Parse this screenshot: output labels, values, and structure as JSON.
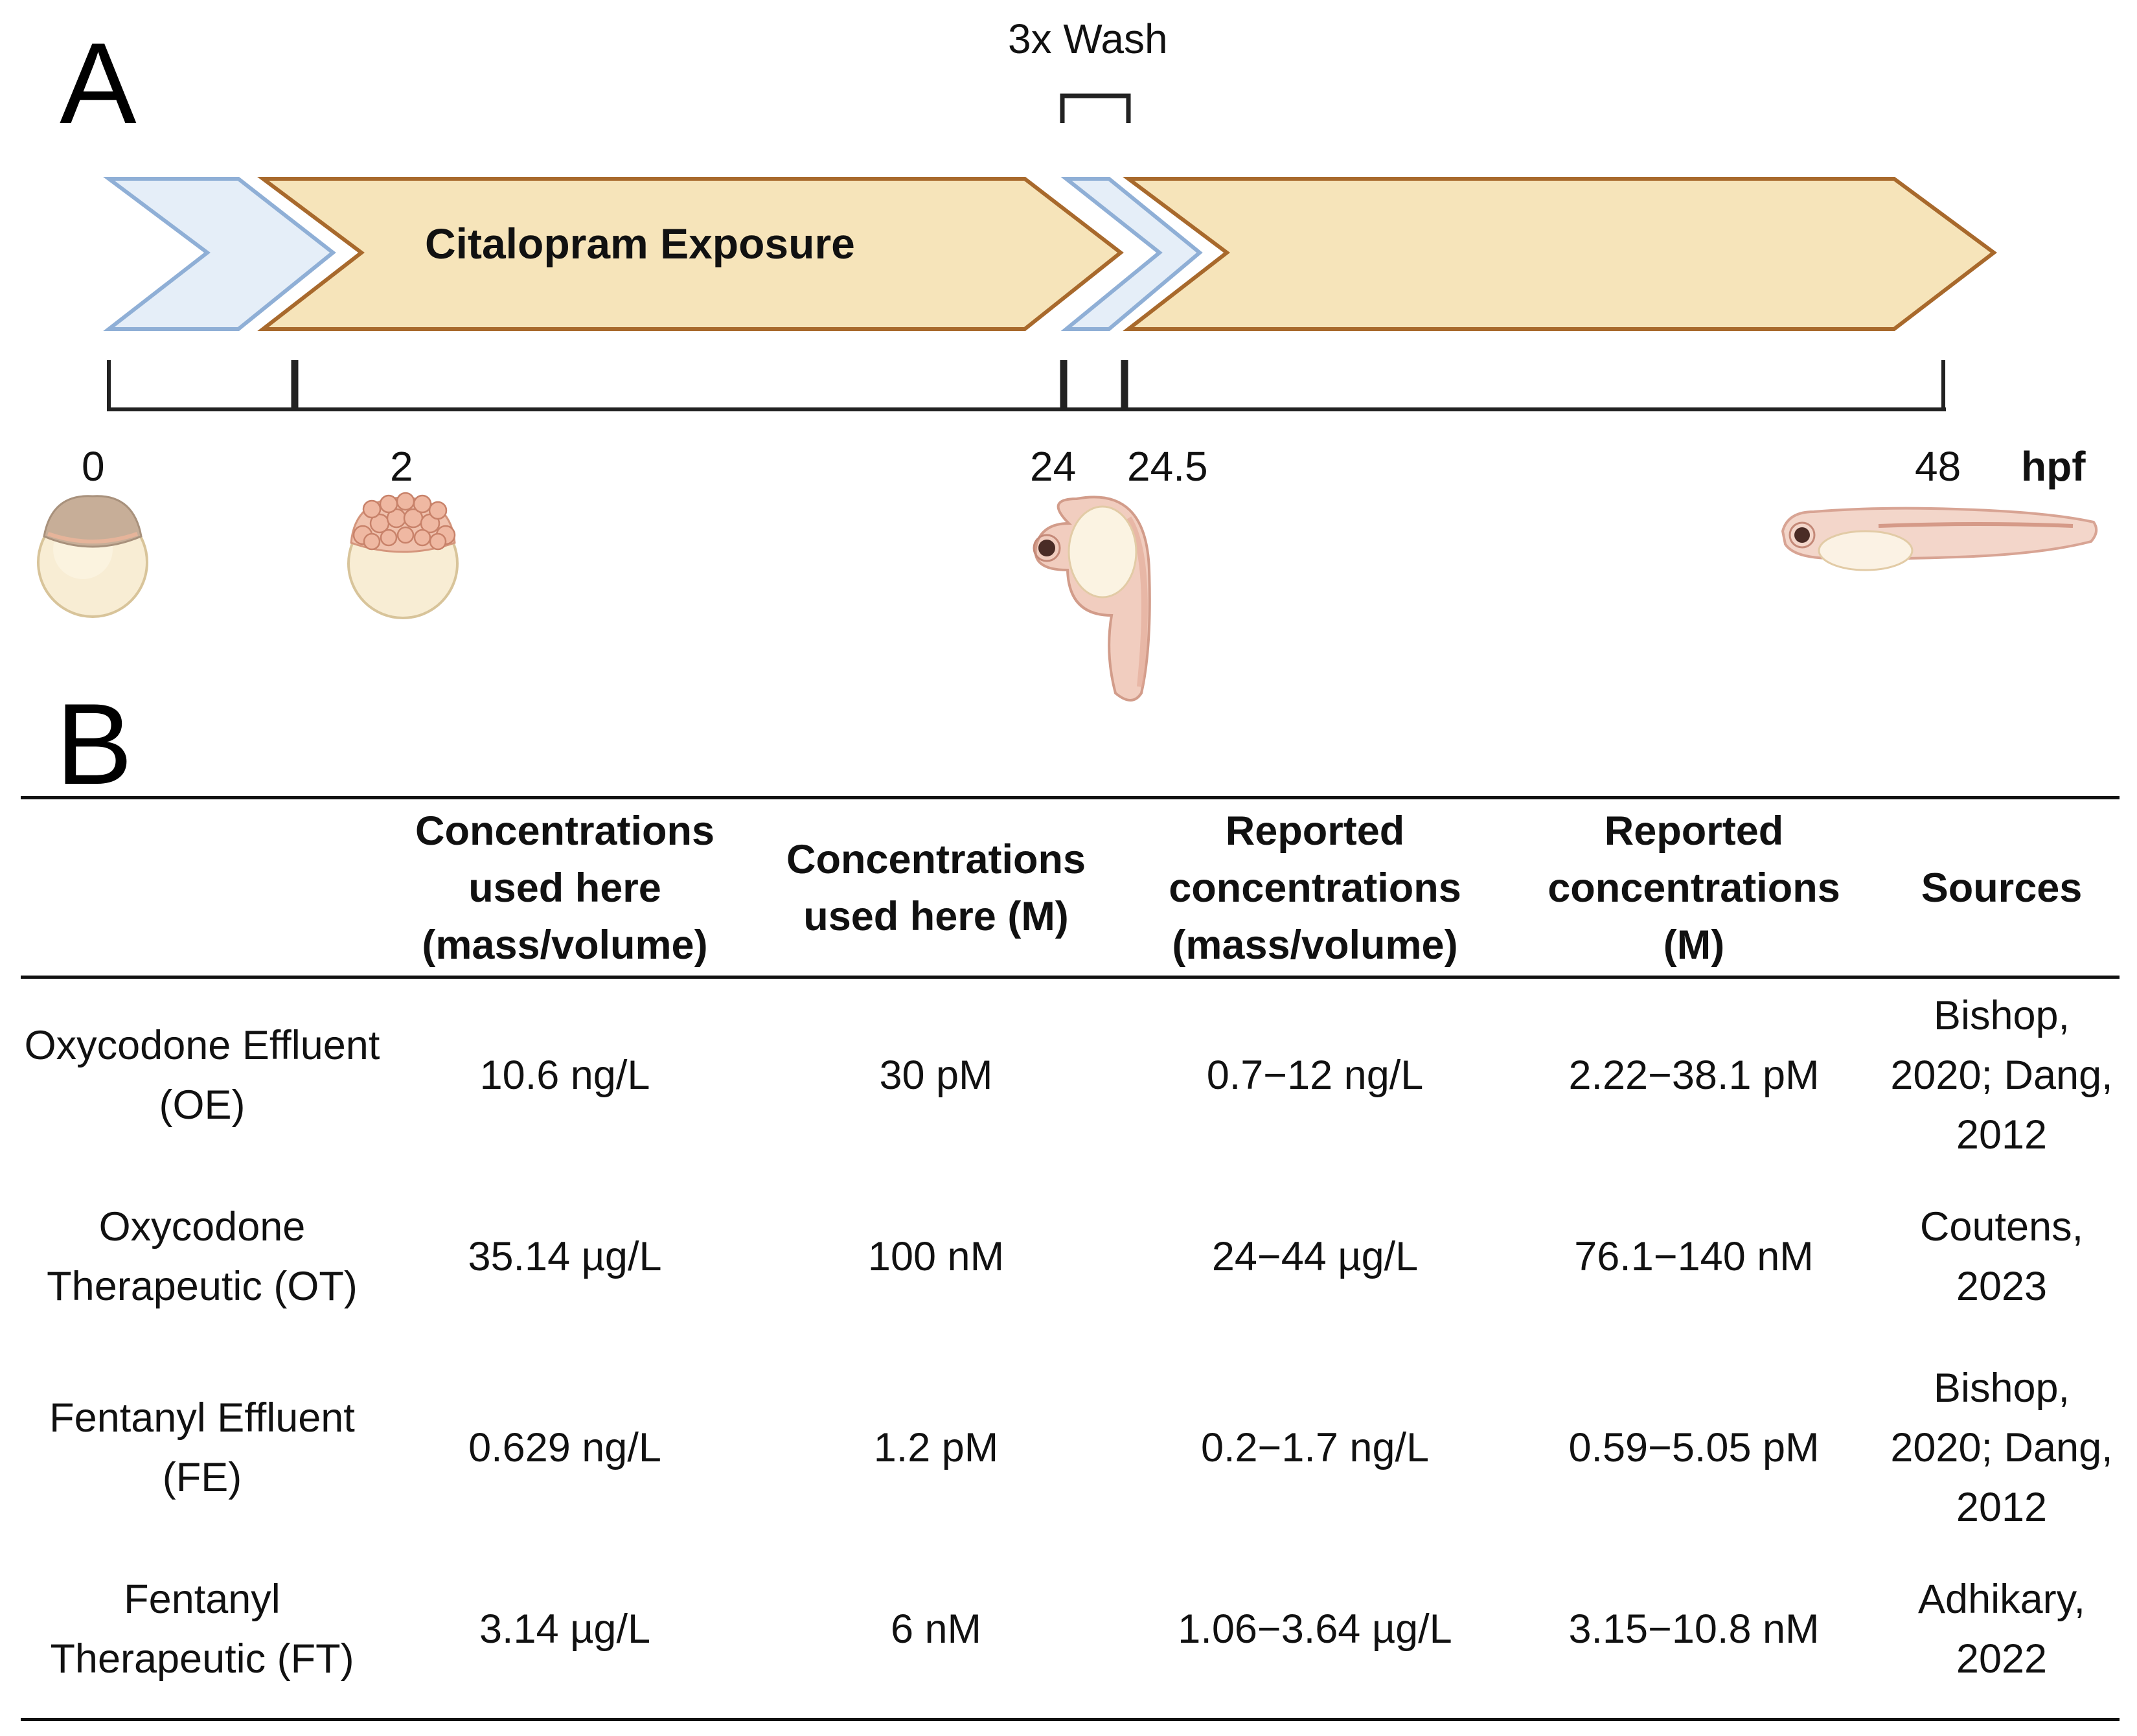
{
  "panels": {
    "a": "A",
    "b": "B"
  },
  "timeline": {
    "wash_label": "3x Wash",
    "exposure_label": "Citalopram Exposure",
    "ticks": [
      "0",
      "2",
      "24",
      "24.5",
      "48"
    ],
    "unit": "hpf",
    "colors": {
      "wash_fill": "#E5EEF8",
      "wash_stroke": "#8FAFD6",
      "exposure_fill": "#F6E4BA",
      "exposure_stroke": "#A8692C",
      "axis": "#222222"
    },
    "stage_icons": [
      "zygote-icon",
      "blastula-icon",
      "embryo-24hpf-icon",
      "larva-48hpf-icon"
    ]
  },
  "table": {
    "headers": [
      "",
      "Concentrations used here (mass/volume)",
      "Concentrations used here (M)",
      "Reported concentrations (mass/volume)",
      "Reported concentrations (M)",
      "Sources"
    ],
    "rows": [
      [
        "Oxycodone Effluent (OE)",
        "10.6 ng/L",
        "30 pM",
        "0.7−12 ng/L",
        "2.22−38.1 pM",
        "Bishop, 2020; Dang, 2012"
      ],
      [
        "Oxycodone Therapeutic (OT)",
        "35.14 µg/L",
        "100 nM",
        "24−44 µg/L",
        "76.1−140 nM",
        "Coutens, 2023"
      ],
      [
        "Fentanyl Effluent (FE)",
        "0.629 ng/L",
        "1.2 pM",
        "0.2−1.7 ng/L",
        "0.59−5.05 pM",
        "Bishop, 2020; Dang, 2012"
      ],
      [
        "Fentanyl Therapeutic (FT)",
        "3.14 µg/L",
        "6 nM",
        "1.06−3.64 µg/L",
        "3.15−10.8 nM",
        "Adhikary, 2022"
      ]
    ]
  }
}
